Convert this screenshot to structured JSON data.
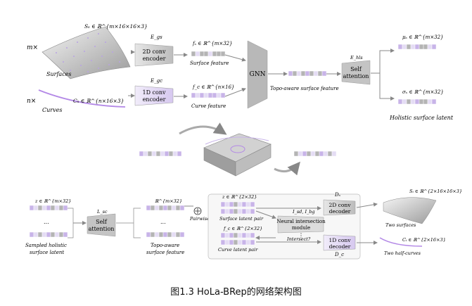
{
  "top": {
    "surface_multiplier": "m×",
    "surface_set": "Sₛ ∈ ℝ^{m×16×16×3}",
    "surfaces_label": "Surfaces",
    "curve_multiplier": "n×",
    "curve_set": "Cₛ ∈ ℝ^{n×16×3}",
    "curves_label": "Curves",
    "encoder2d_sym": "E_gs",
    "encoder2d_label": [
      "2D conv",
      "encoder"
    ],
    "encoder1d_sym": "E_gc",
    "encoder1d_label": [
      "1D conv",
      "encoder"
    ],
    "surface_feat_sym": "fₛ ∈ ℝ^{m×32}",
    "surface_feat_label": "Surface feature",
    "curve_feat_sym": "f_c ∈ ℝ^{n×16}",
    "curve_feat_label": "Curve feature",
    "gnn_label": "GNN",
    "topo_label": "Topo-aware surface feature",
    "selfattn_sym": "E_hls",
    "selfattn_label": [
      "Self",
      "attention"
    ],
    "mu_sym": "μₛ ∈ ℝ^{m×32}",
    "sigma_sym": "σₛ ∈ ℝ^{m×32}",
    "latent_label": "Holistic surface latent"
  },
  "bottom": {
    "z_sym": "z ∈ ℝ^{m×32}",
    "ellipsis": "...",
    "sampled_label": [
      "Sampled holistic",
      "surface latent"
    ],
    "attn_sym": "L_sc",
    "attn_label": [
      "Self",
      "attention"
    ],
    "topo_sym": "ℝ^{m×32}",
    "topo_label": [
      "Topo-aware",
      "surface feature"
    ],
    "pairwise_label": "Pairwise",
    "pair_z_sym": "z ∈ ℝ^{2×32}",
    "surface_pair_label": "Surface latent pair",
    "fc_sym": "f_c ∈ ℝ^{2×32}",
    "curve_pair_label": "Curve latent pair",
    "nim_sym": "I_sd, I_bg",
    "nim_label": [
      "Neural intersection",
      "module"
    ],
    "intersect_label": "Intersect?",
    "ds_sym": "Dₛ",
    "dec2d_label": [
      "2D conv",
      "decoder"
    ],
    "dc_sym": "D_c",
    "dec1d_label": [
      "1D conv",
      "decoder"
    ],
    "two_surf_sym": "Sᵢ ∈ ℝ^{2×16×16×3}",
    "two_surf_label": "Two surfaces",
    "two_curve_sym": "Cᵢ ∈ ℝ^{2×16×3}",
    "two_curve_label": "Two half-curves"
  },
  "caption": "图1.3 HoLa-BRep的网络架构图",
  "colors": {
    "purple": "#c8b4e8",
    "lavender": "#e4dcf4",
    "gray": "#b4b4b4",
    "box": "#c4c4c4",
    "dark": "#9a9a9a"
  }
}
